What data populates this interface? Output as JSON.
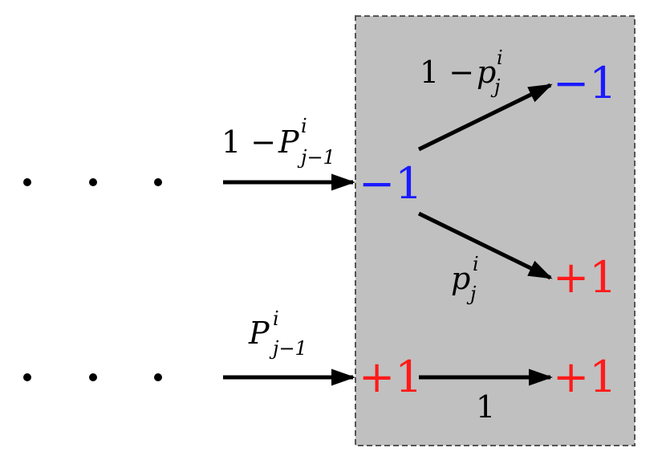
{
  "diagram": {
    "colors": {
      "box_fill": "#c0c0c0",
      "box_border": "#555555",
      "arrow": "#000000",
      "minus_state": "#1a1aff",
      "plus_state": "#ff1a1a",
      "label": "#000000"
    },
    "states": {
      "top_entry": "−1",
      "top_up_target": "−1",
      "top_down_target": "+1",
      "bottom_entry": "+1",
      "bottom_target": "+1"
    },
    "labels": {
      "top_incoming": {
        "prefix": "1 − ",
        "var": "P",
        "sup": "i",
        "sub": "j−1"
      },
      "bottom_incoming": {
        "prefix": "",
        "var": "P",
        "sup": "i",
        "sub": "j−1"
      },
      "up_branch": {
        "prefix": "1 − ",
        "var": "p",
        "sup": "i",
        "sub": "j"
      },
      "down_branch": {
        "prefix": "",
        "var": "p",
        "sup": "i",
        "sub": "j"
      },
      "bottom_branch": "1"
    },
    "ellipsis_icon": "three-dots"
  }
}
